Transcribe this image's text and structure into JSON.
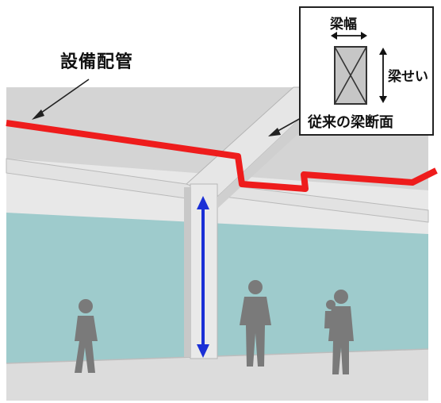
{
  "labels": {
    "piping": "設備配管",
    "beam_width": "梁幅",
    "beam_depth": "梁せい",
    "conventional_section": "従来の梁断面"
  },
  "colors": {
    "pipe": "#ee1c1c",
    "wall": "#9ecbcc",
    "concrete": "#d9d9d9",
    "floor": "#dcdcdc",
    "height_arrow": "#1a2fd6",
    "person": "#7a7a7a",
    "section_fill": "#c6c6c6"
  },
  "icons": {
    "person_count": 4,
    "dimension_arrows": [
      "double-arrow-horizontal-icon",
      "double-arrow-vertical-icon",
      "double-arrow-vertical-blue-icon"
    ]
  }
}
